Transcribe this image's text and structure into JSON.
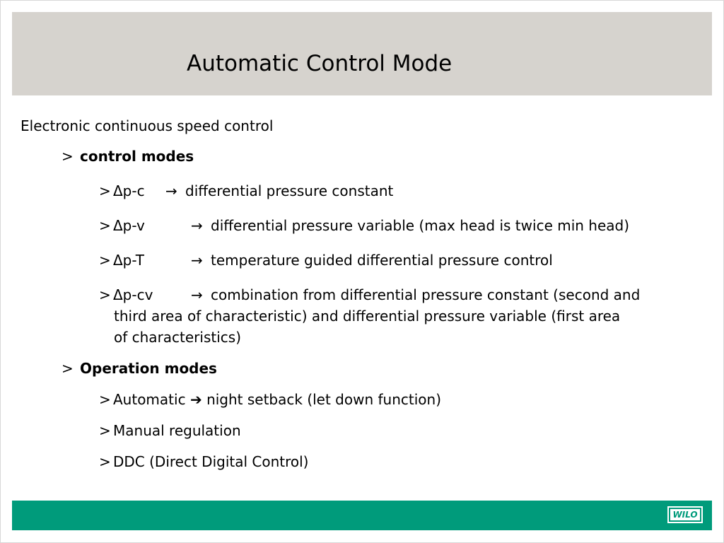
{
  "title": "Automatic Control Mode",
  "intro": "Electronic continuous speed control",
  "bullet_glyph": ">",
  "arrow_glyph": "→",
  "sections": [
    {
      "heading": "control modes",
      "items": [
        {
          "code": "Δp-c",
          "text": "differential pressure constant"
        },
        {
          "code": "Δp-v",
          "text": "differential pressure variable (max head is twice min head)"
        },
        {
          "code": "Δp-T",
          "text": "temperature guided differential pressure control"
        },
        {
          "code": "Δp-cv",
          "text": "combination from differential pressure constant (second and",
          "continuation": "third area of characteristic) and differential pressure variable (first area",
          "continuation2": "of characteristics)"
        }
      ]
    },
    {
      "heading": "Operation modes",
      "items": [
        {
          "label": "Automatic",
          "arrow": "➔",
          "text": "night setback (let down function)"
        },
        {
          "text": "Manual regulation"
        },
        {
          "text": "DDC (Direct Digital Control)"
        }
      ]
    }
  ],
  "logo_text": "WILO",
  "colors": {
    "title_band": "#d6d3ce",
    "footer_band": "#009b7b"
  }
}
